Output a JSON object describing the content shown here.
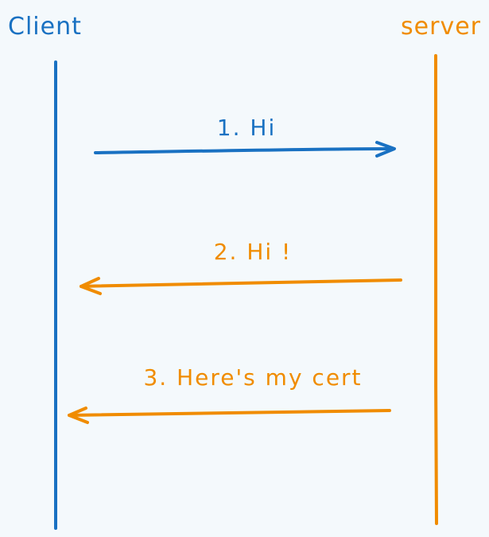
{
  "participants": {
    "client": "Client",
    "server": "server"
  },
  "messages": [
    {
      "label": "1. Hi",
      "from": "Client",
      "to": "server"
    },
    {
      "label": "2. Hi !",
      "from": "server",
      "to": "Client"
    },
    {
      "label": "3. Here's my cert",
      "from": "server",
      "to": "Client"
    }
  ],
  "colors": {
    "background": "#f4f9fc",
    "client": "#1971c2",
    "server": "#f08c00"
  }
}
